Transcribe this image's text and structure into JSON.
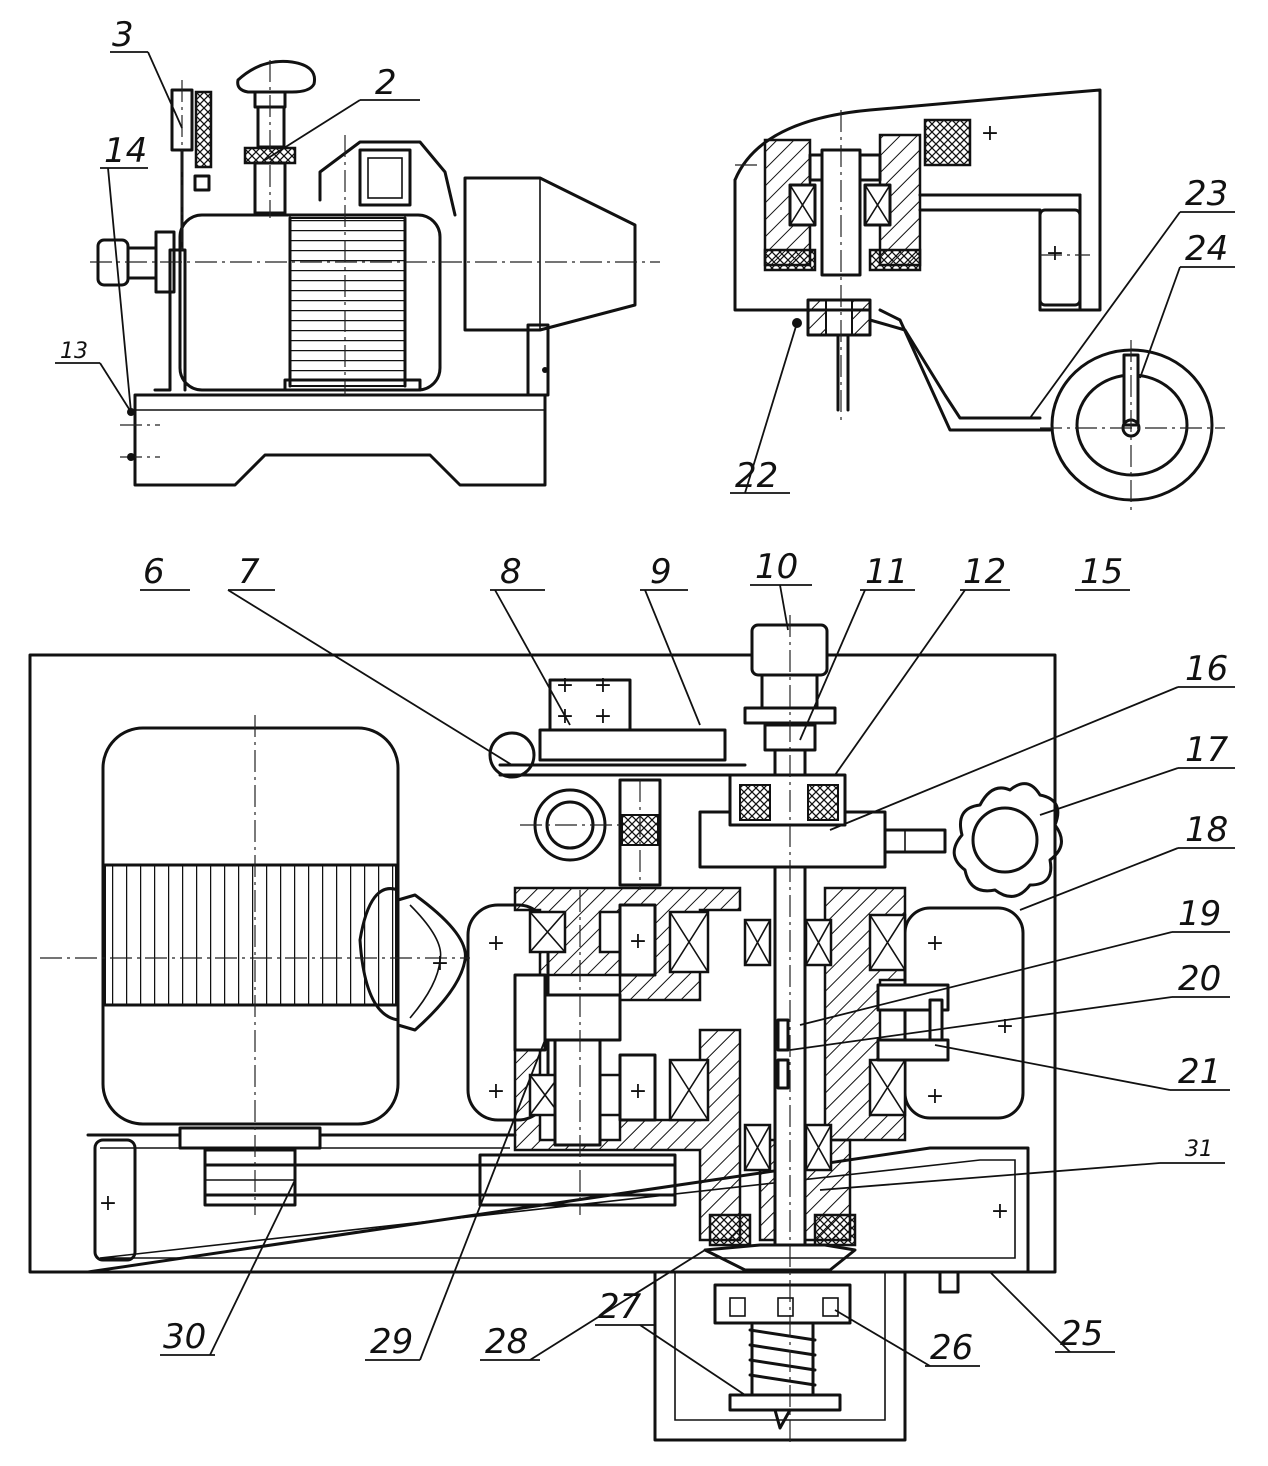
{
  "callouts": {
    "c2": "2",
    "c3": "3",
    "c6": "6",
    "c7": "7",
    "c8": "8",
    "c9": "9",
    "c10": "10",
    "c11": "11",
    "c12": "12",
    "c13": "13",
    "c14": "14",
    "c15": "15",
    "c16": "16",
    "c17": "17",
    "c18": "18",
    "c19": "19",
    "c20": "20",
    "c21": "21",
    "c22": "22",
    "c23": "23",
    "c24": "24",
    "c25": "25",
    "c26": "26",
    "c27": "27",
    "c28": "28",
    "c29": "29",
    "c30": "30",
    "c31": "31"
  },
  "marks": {
    "plus": "+"
  }
}
